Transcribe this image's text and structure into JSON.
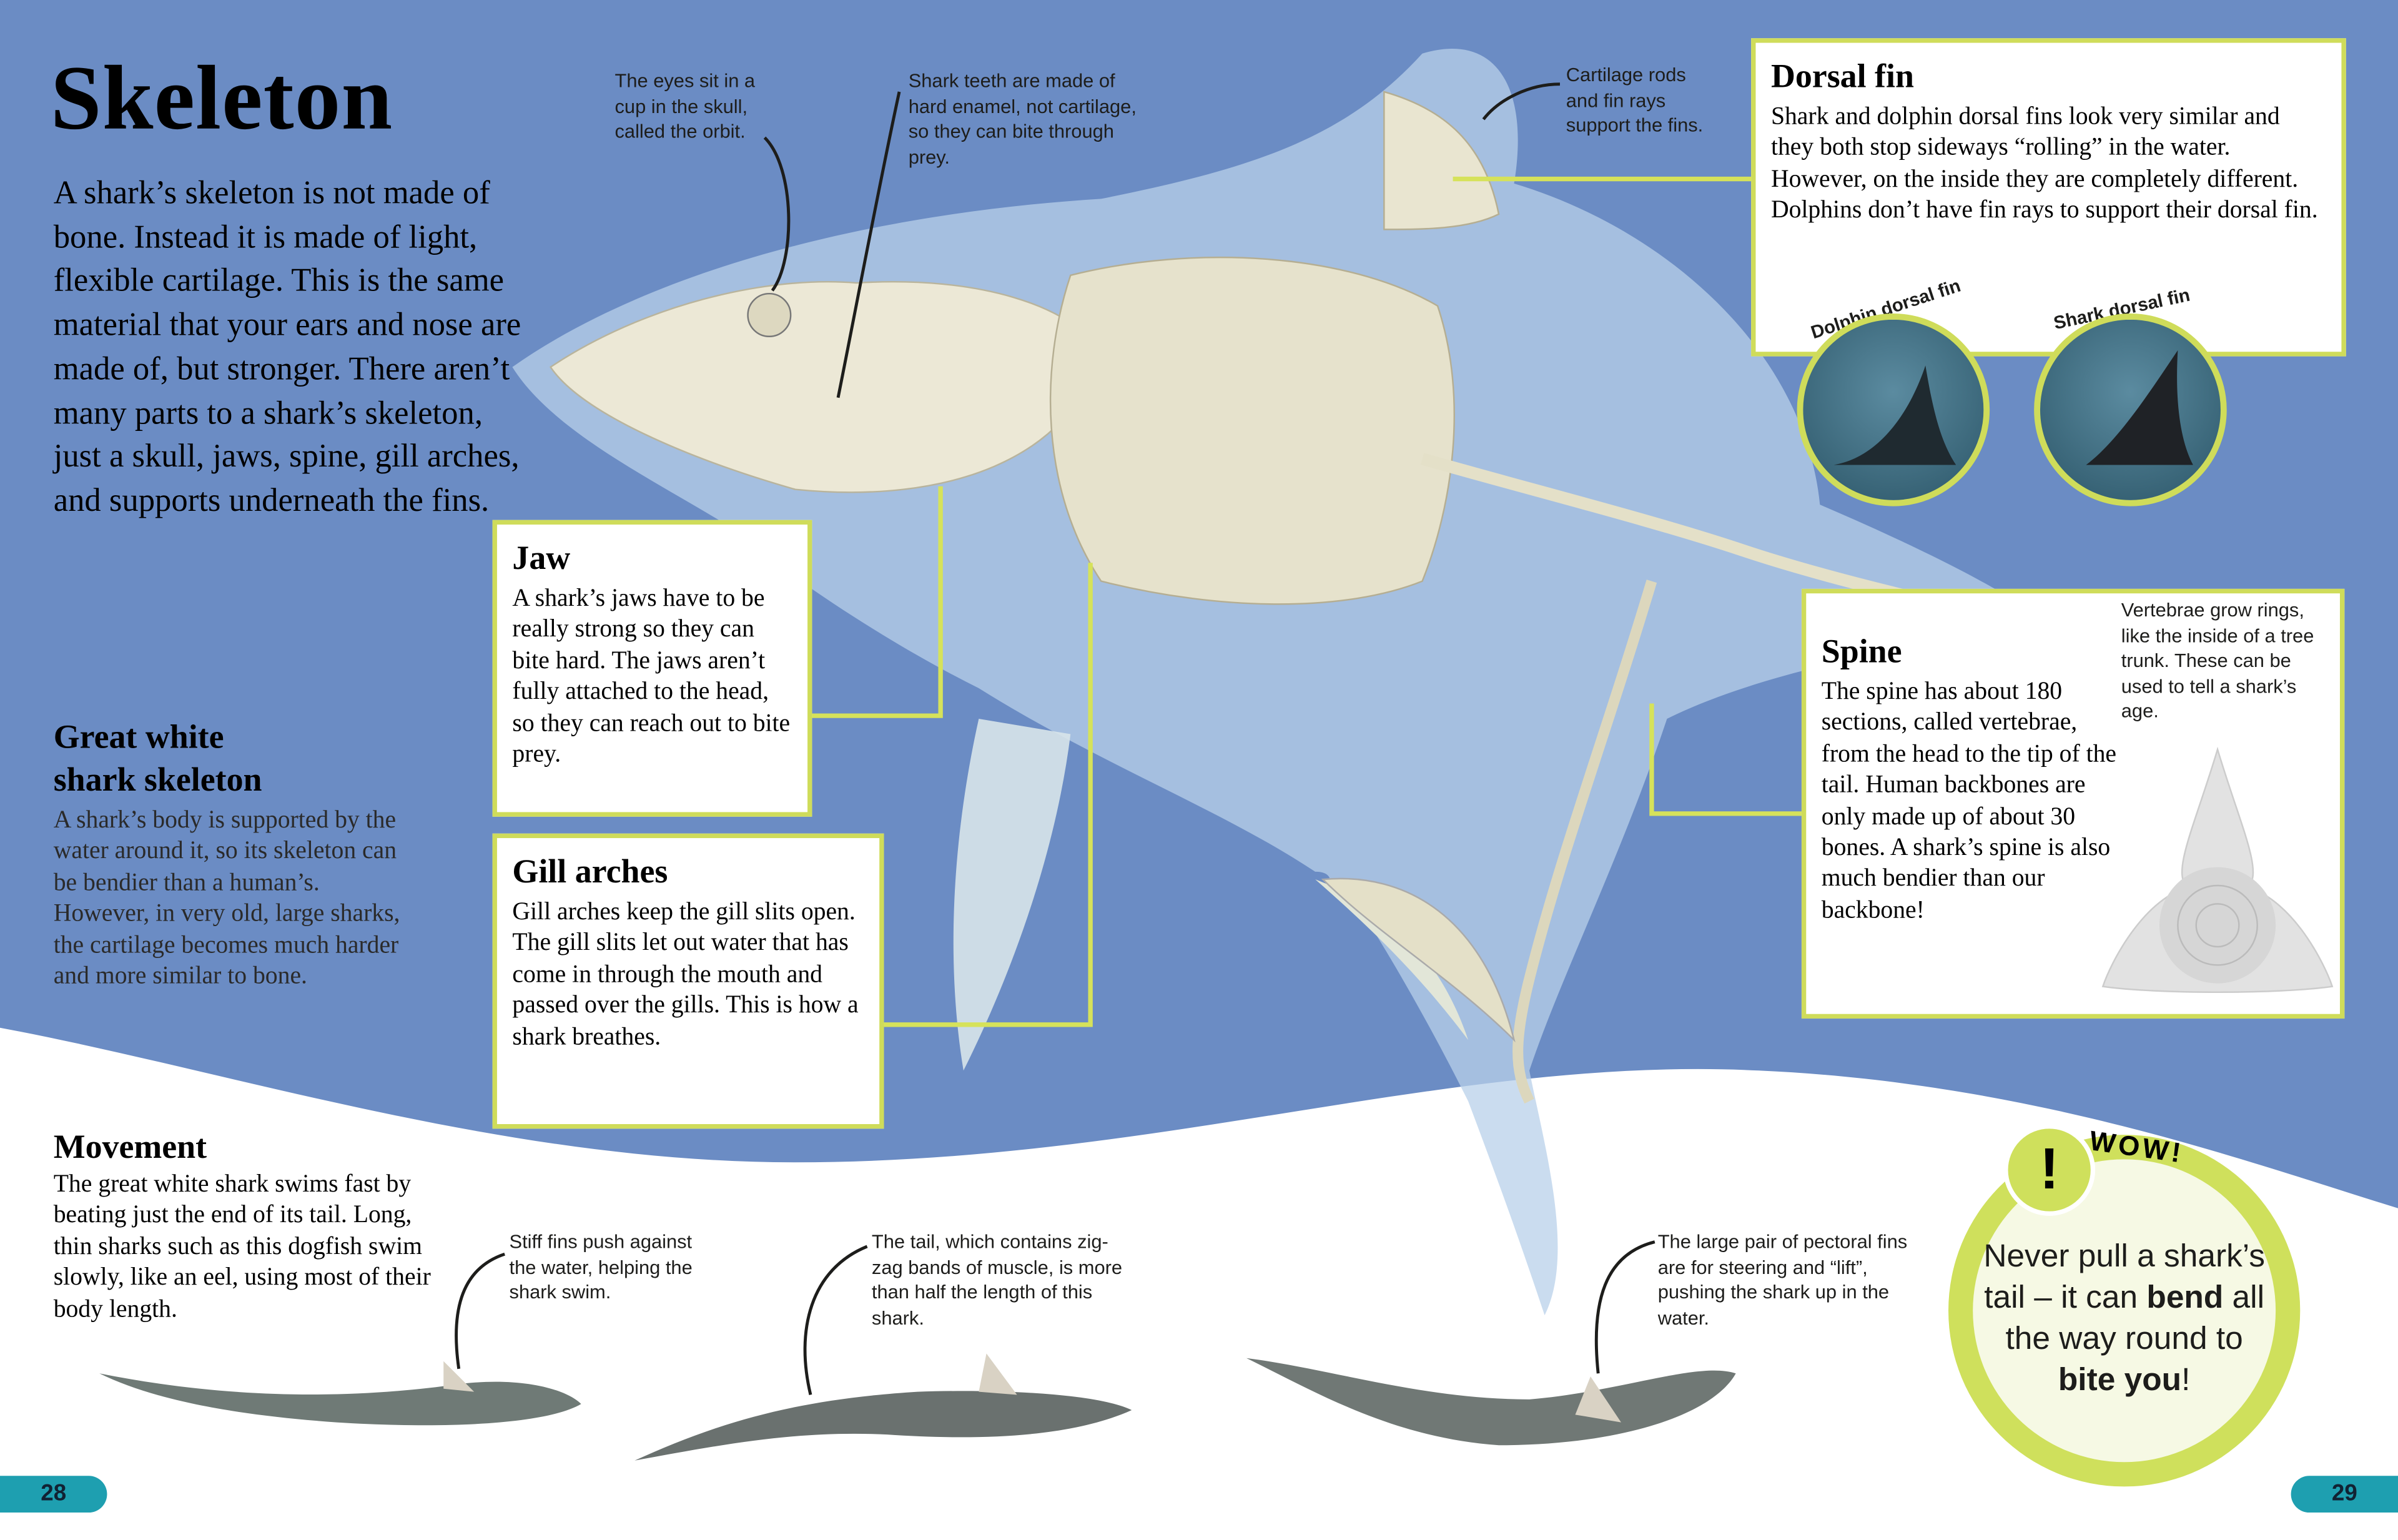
{
  "title": "Skeleton",
  "intro": "A shark’s skeleton is not made of bone. Instead it is made of light, flexible cartilage. This is the same material that your ears and nose are made of, but stronger. There aren’t many parts to a shark’s skeleton, just a skull, jaws, spine, gill arches, and supports underneath the fins.",
  "great_white": {
    "heading": "Great white shark skeleton",
    "body": "A shark’s body is supported by the water around it, so its skeleton can be bendier than a human’s. However, in very old, large sharks, the cartilage becomes much harder and more similar to bone."
  },
  "callouts": {
    "eyes": "The eyes sit in a cup in the skull, called the orbit.",
    "teeth": "Shark teeth are made of hard enamel, not cartilage, so they can bite through prey.",
    "cartilage": "Cartilage rods and fin rays support the fins.",
    "vertebrae": "Vertebrae grow rings, like the inside of a tree trunk. These can be used to tell a shark’s age."
  },
  "jaw": {
    "heading": "Jaw",
    "body": "A shark’s jaws have to be really strong so they can bite hard. The jaws aren’t fully attached to the head, so they can reach out to bite prey."
  },
  "gill": {
    "heading": "Gill arches",
    "body": "Gill arches keep the gill slits open. The gill slits let out water that has come in through the mouth and passed over the gills. This is how a shark breathes."
  },
  "dorsal": {
    "heading": "Dorsal fin",
    "body": "Shark and dolphin dorsal fins look very similar and they both stop sideways “rolling” in the water. However, on the inside they are completely different. Dolphins don’t have fin rays to support their dorsal fin.",
    "dolphin_caption": "Dolphin dorsal fin",
    "shark_caption": "Shark dorsal fin"
  },
  "spine": {
    "heading": "Spine",
    "body": "The spine has about 180 sections, called vertebrae, from the head to the tip of the tail. Human backbones are only made up of about 30 bones. A shark’s spine is also much bendier than our backbone!"
  },
  "movement": {
    "heading": "Movement",
    "body": "The great white shark swims fast by beating just the end of its tail. Long, thin sharks such as this dogfish swim slowly, like an eel, using most of their body length.",
    "notes": [
      "Stiff fins push against the water, helping the shark swim.",
      "The tail, which contains zig-zag bands of muscle, is more than half the length of this shark.",
      "The large pair of pectoral fins are for steering and “lift”, pushing the shark up in the water."
    ]
  },
  "wow": {
    "label": "WOW!",
    "badge": "!",
    "text_1": "Never pull a shark’s tail – it can ",
    "bold_1": "bend",
    "text_2": " all the way round to ",
    "bold_2": "bite you",
    "text_3": "!"
  },
  "page_left": "28",
  "page_right": "29",
  "colors": {
    "background_blue": "#6b8cc4",
    "accent_green": "#cfdc5a",
    "page_number_teal": "#1e9fb0"
  }
}
